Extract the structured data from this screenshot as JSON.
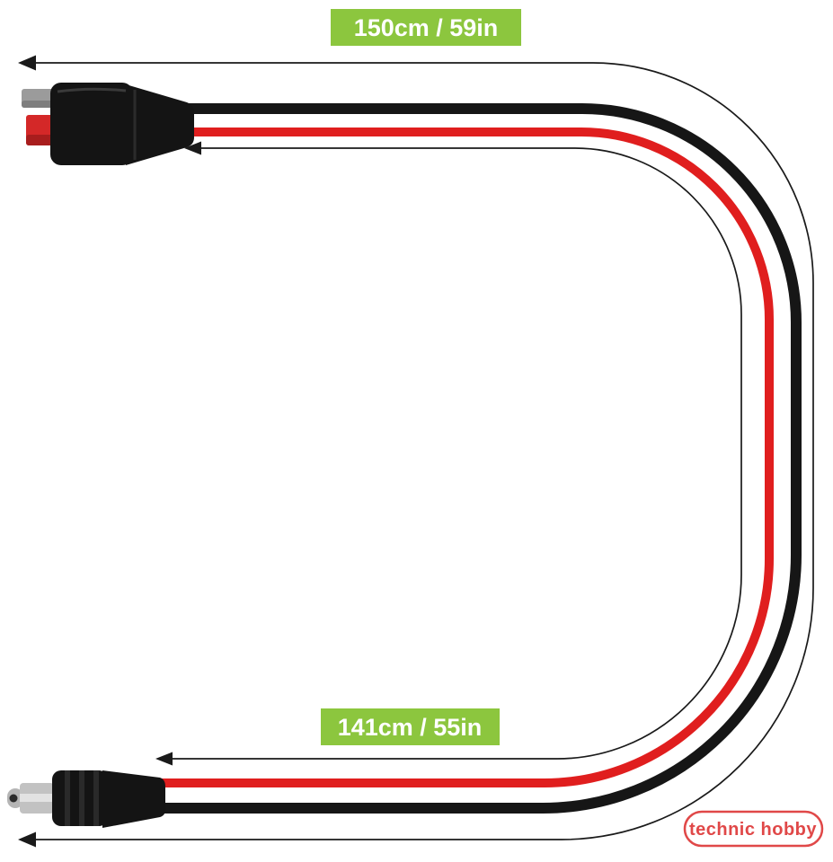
{
  "labels": {
    "top": "150cm / 59in",
    "bottom": "141cm / 55in"
  },
  "watermark": {
    "text": "technic hobby"
  },
  "colors": {
    "background": "#ffffff",
    "label_bg": "#8cc63e",
    "label_text": "#ffffff",
    "wire_red": "#e01e1e",
    "wire_black": "#161616",
    "dimension_line": "#1a1a1a",
    "watermark": "#e04848",
    "connector_black": "#141414",
    "terminal_red": "#d42828",
    "terminal_gray": "#9b9b9b",
    "metal_silver": "#c2c2c2"
  },
  "components": {
    "top_connector": "anderson-style-power-connector",
    "bottom_connector": "dc-barrel-plug"
  }
}
